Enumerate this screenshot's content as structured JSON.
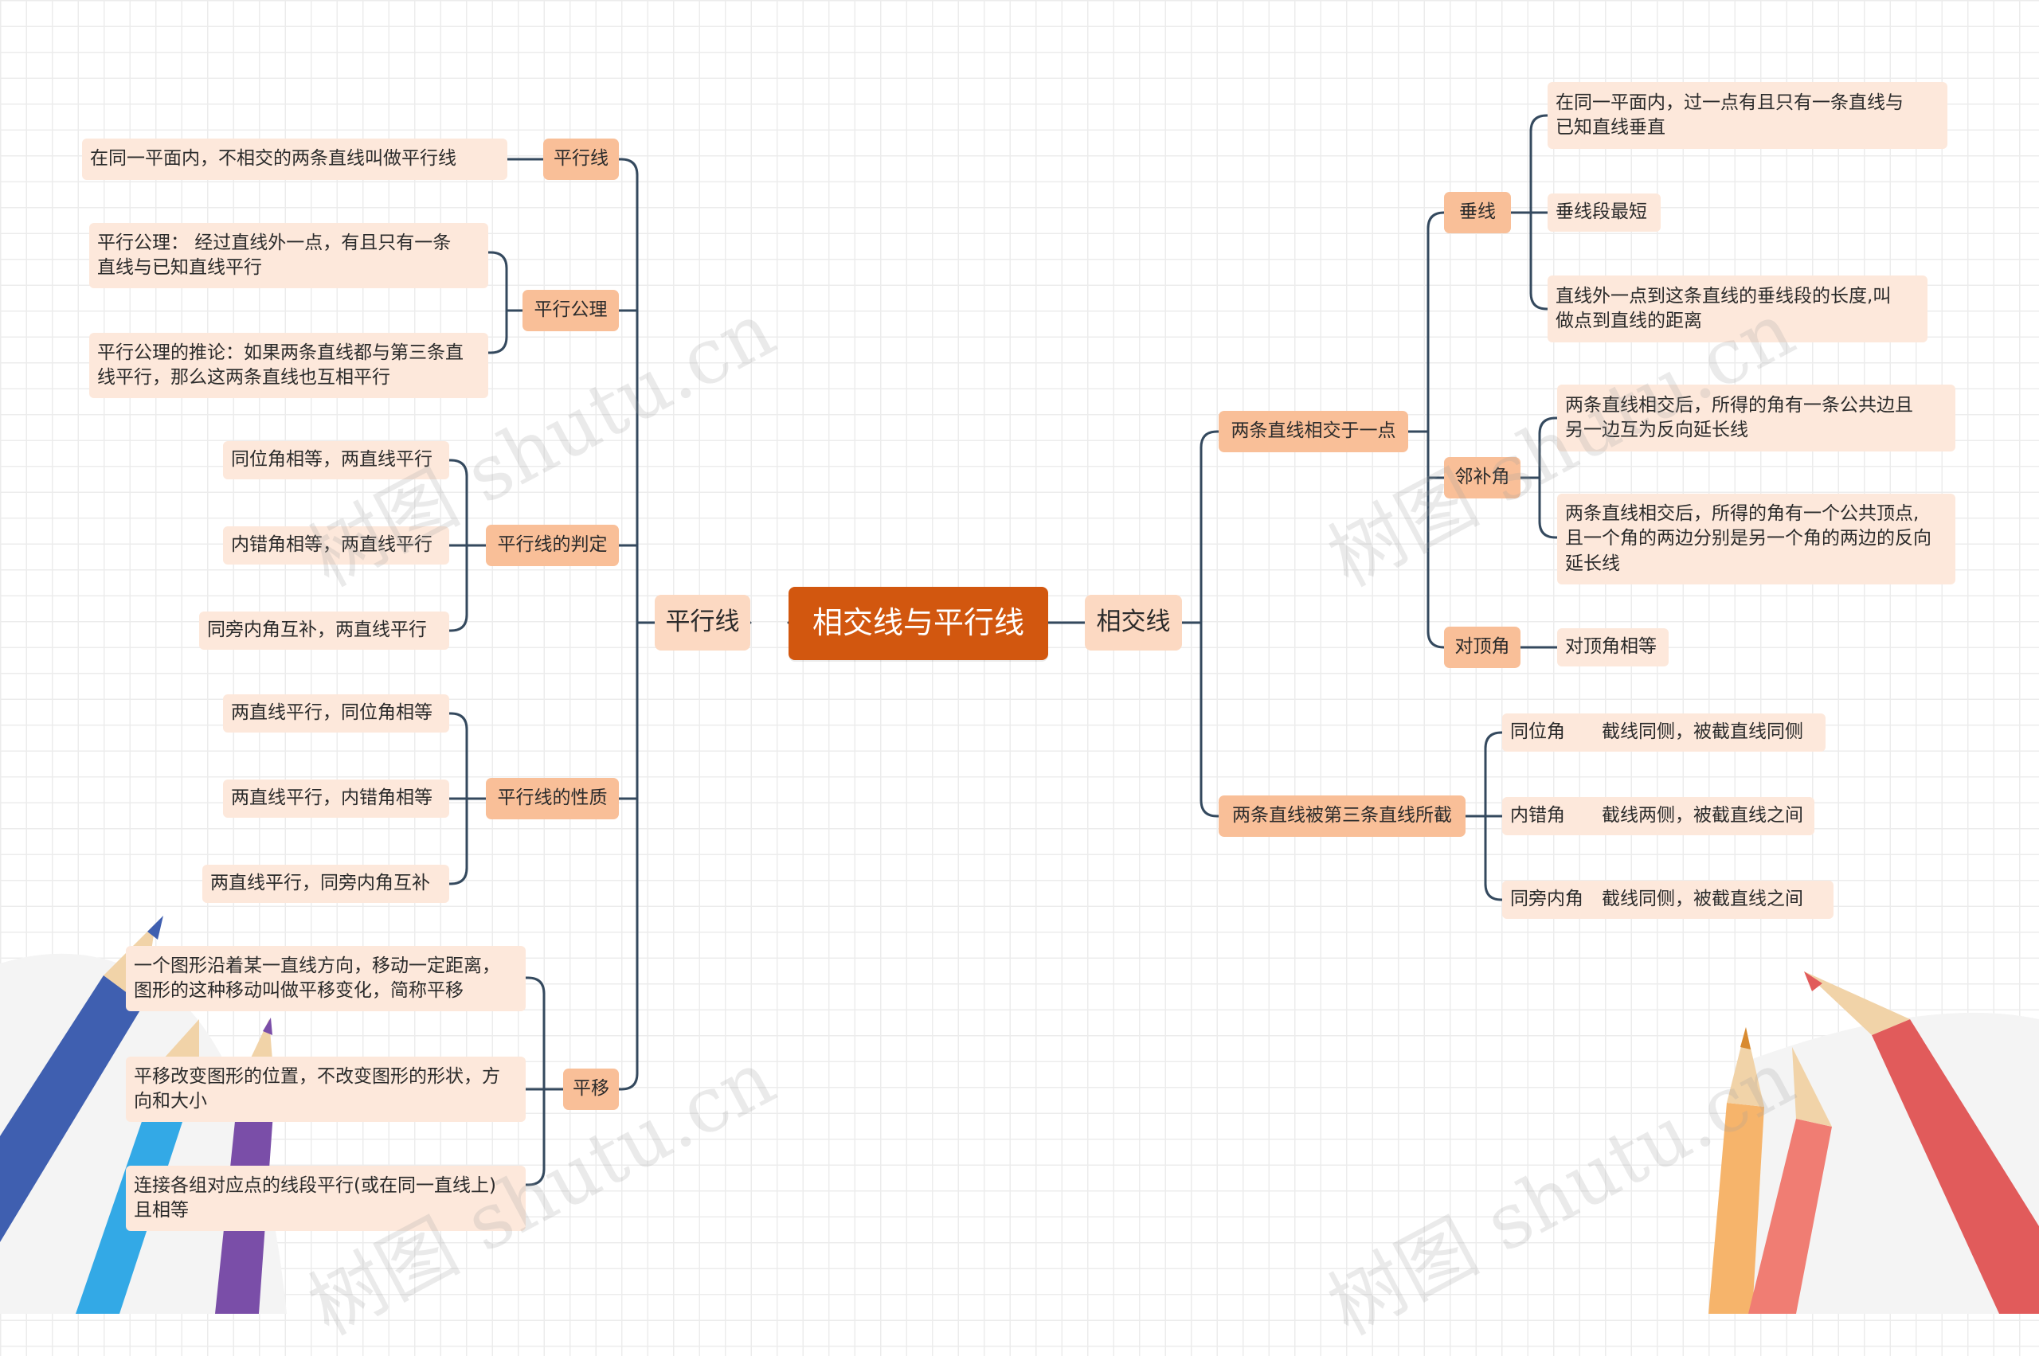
{
  "root": {
    "label": "相交线与平行线"
  },
  "watermark": "树图 shutu.cn",
  "colors": {
    "root": "#d2570f",
    "level1": "#fcd9c2",
    "level2": "#f9bf98",
    "leaf": "#fde8db",
    "connector": "#34495e"
  },
  "left": {
    "label": "平行线",
    "groups": [
      {
        "label": "平行线",
        "items": [
          "在同一平面内，不相交的两条直线叫做平行线"
        ]
      },
      {
        "label": "平行公理",
        "items": [
          "平行公理： 经过直线外一点，有且只有一条\n直线与已知直线平行",
          "平行公理的推论：如果两条直线都与第三条直\n线平行，那么这两条直线也互相平行"
        ]
      },
      {
        "label": "平行线的判定",
        "items": [
          "同位角相等，两直线平行",
          "内错角相等，两直线平行",
          "同旁内角互补，两直线平行"
        ]
      },
      {
        "label": "平行线的性质",
        "items": [
          "两直线平行，同位角相等",
          "两直线平行，内错角相等",
          "两直线平行，同旁内角互补"
        ]
      },
      {
        "label": "平移",
        "items": [
          "一个图形沿着某一直线方向，移动一定距离，\n图形的这种移动叫做平移变化，简称平移",
          "平移改变图形的位置，不改变图形的形状，方\n向和大小",
          "连接各组对应点的线段平行(或在同一直线上)\n且相等"
        ]
      }
    ]
  },
  "right": {
    "label": "相交线",
    "groups": [
      {
        "label": "两条直线相交于一点",
        "sub": [
          {
            "label": "垂线",
            "items": [
              "在同一平面内，过一点有且只有一条直线与\n已知直线垂直",
              "垂线段最短",
              "直线外一点到这条直线的垂线段的长度,叫\n做点到直线的距离"
            ]
          },
          {
            "label": "邻补角",
            "items": [
              "两条直线相交后，所得的角有一条公共边且\n另一边互为反向延长线",
              "两条直线相交后，所得的角有一个公共顶点,\n且一个角的两边分别是另一个角的两边的反向\n延长线"
            ]
          },
          {
            "label": "对顶角",
            "items": [
              "对顶角相等"
            ]
          }
        ]
      },
      {
        "label": "两条直线被第三条直线所截",
        "items": [
          "同位角　　截线同侧，被截直线同侧",
          "内错角　　截线两侧，被截直线之间",
          "同旁内角　截线同侧，被截直线之间"
        ]
      }
    ]
  }
}
